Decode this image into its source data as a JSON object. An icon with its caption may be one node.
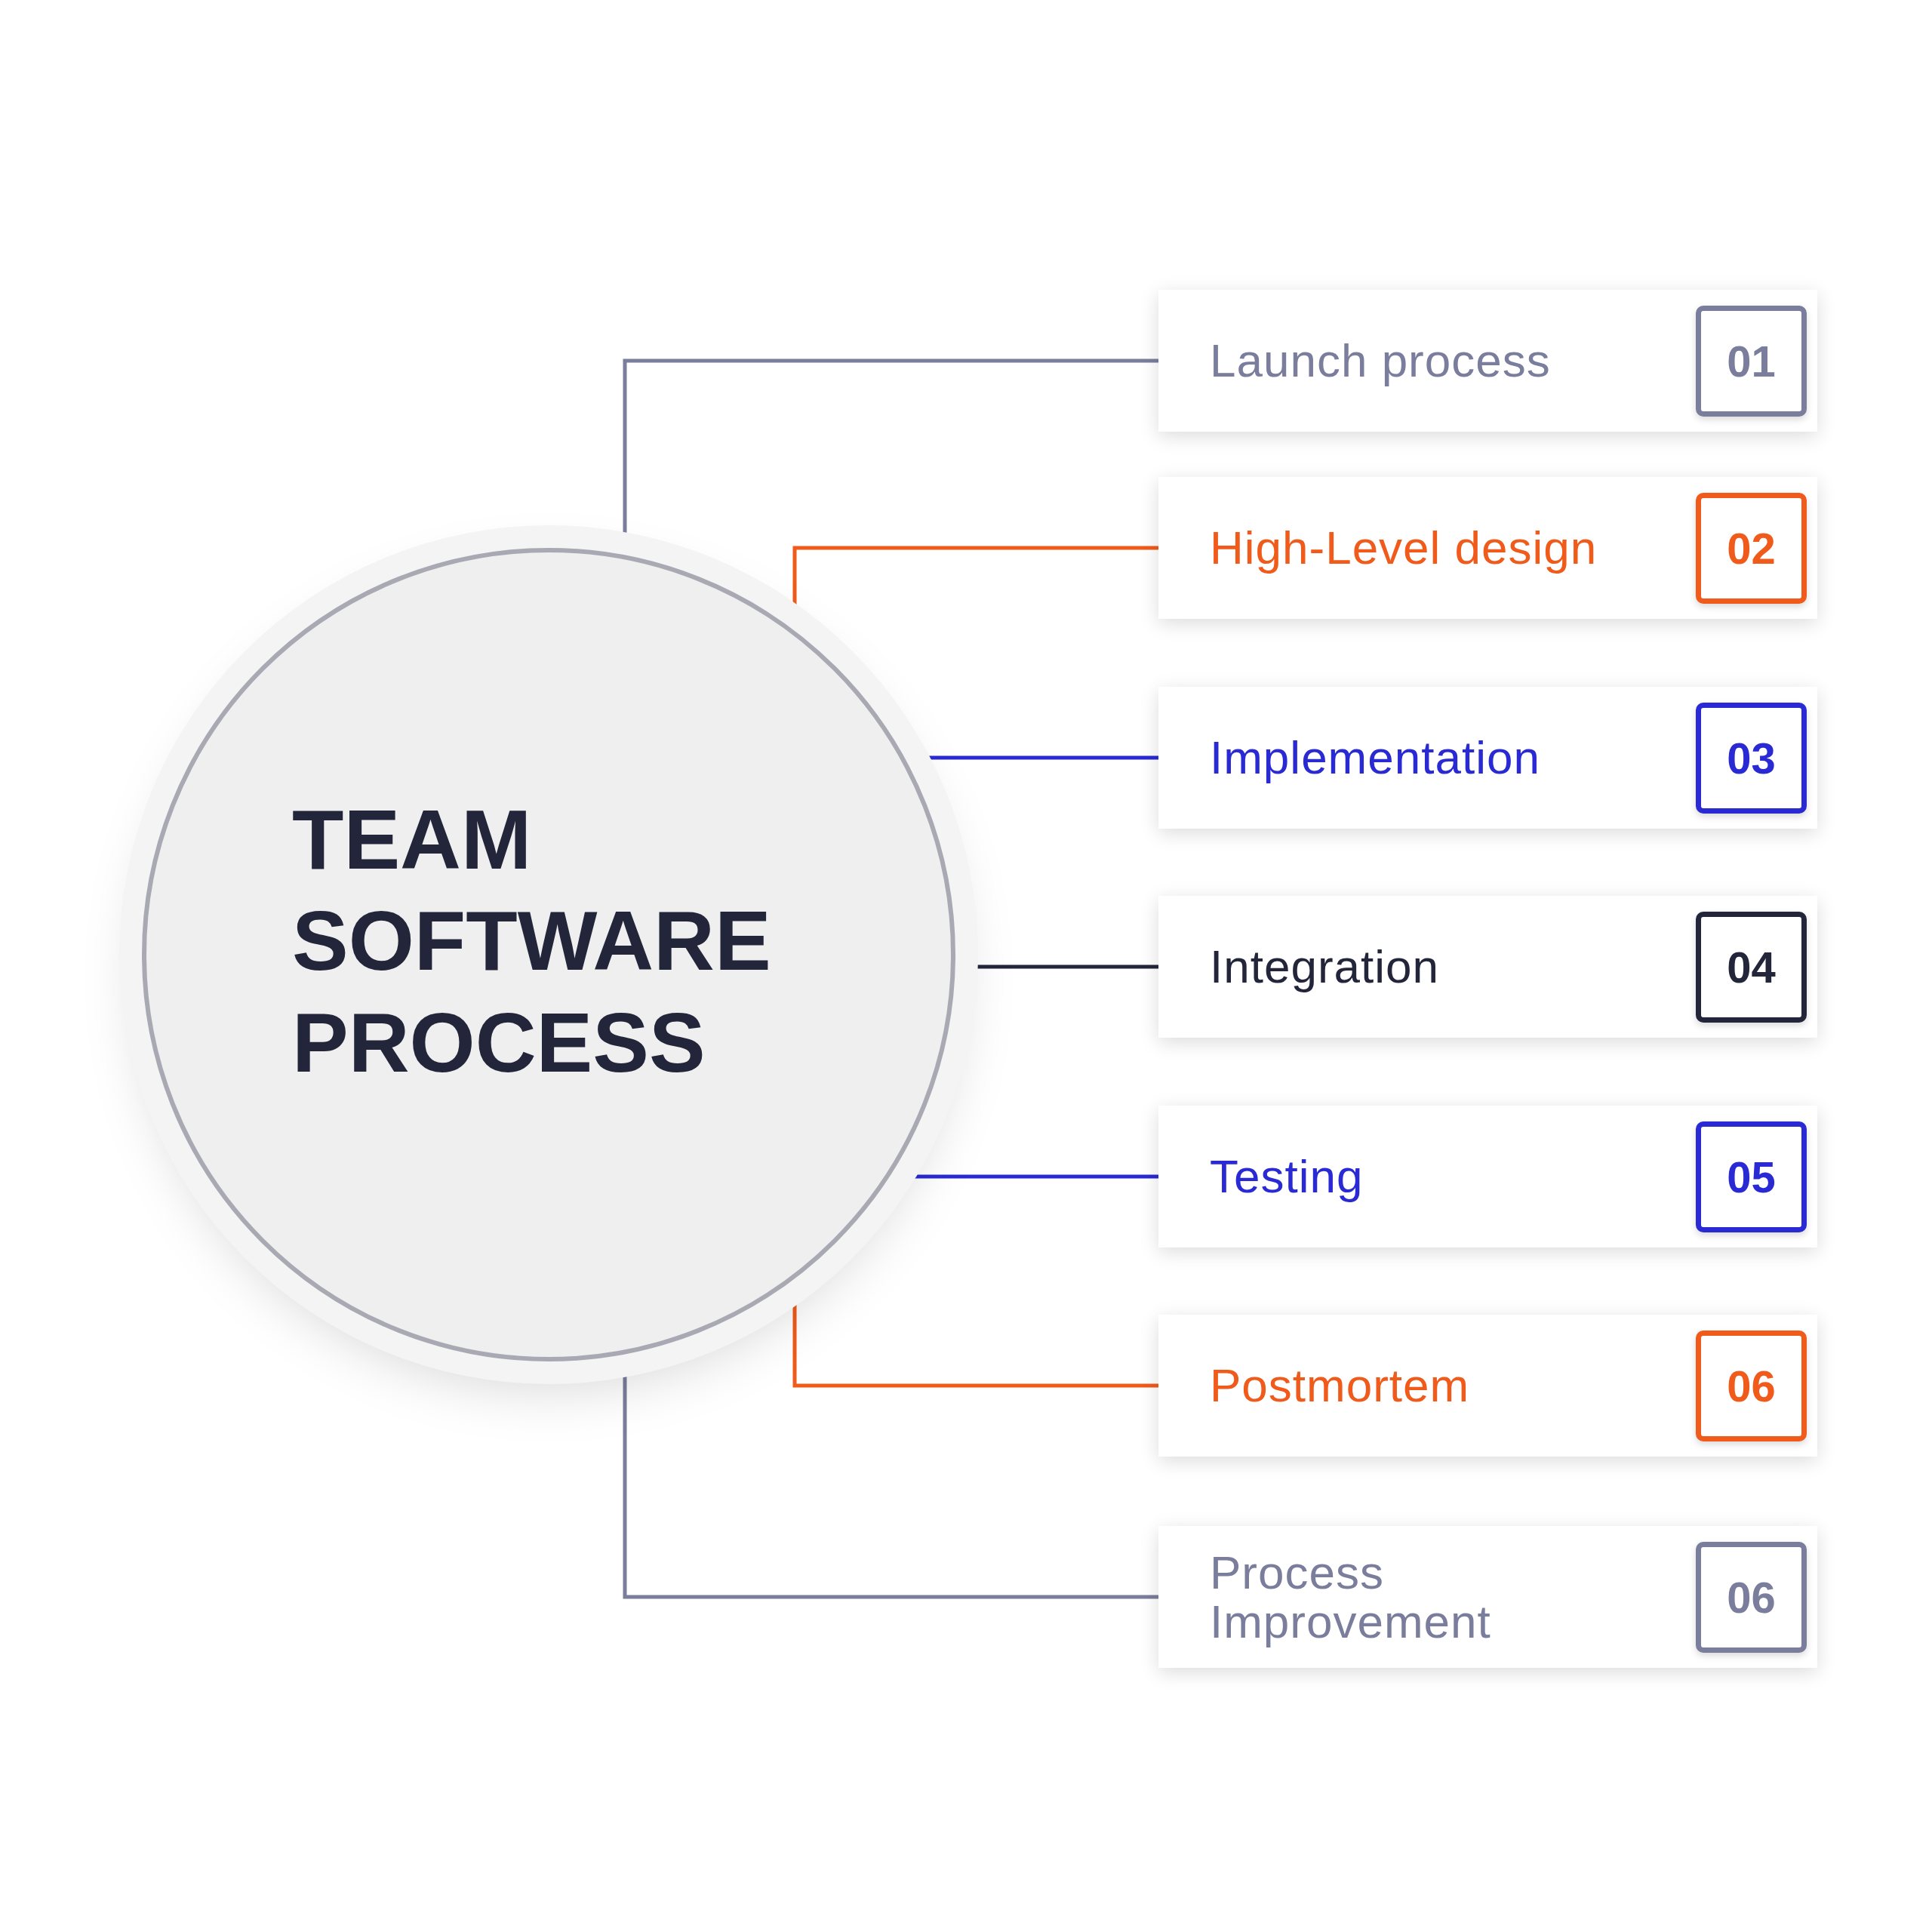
{
  "diagram": {
    "nodes": [
      {
        "text": [
          "TEAM SOFTWARE PROCESS"
        ]
      },
      {
        "text": [
          "Launch process"
        ]
      },
      {
        "text": [
          "01"
        ],
        "in": 1
      },
      {
        "text": [
          "High-Level design"
        ]
      },
      {
        "text": [
          "02"
        ],
        "in": 3
      },
      {
        "text": [
          "Implementation"
        ]
      },
      {
        "text": [
          "03"
        ],
        "in": 5
      },
      {
        "text": [
          "Integration"
        ]
      },
      {
        "text": [
          "04"
        ],
        "in": 7
      },
      {
        "text": [
          "Testing"
        ]
      },
      {
        "text": [
          "05"
        ],
        "in": 9
      },
      {
        "text": [
          "Postmortem"
        ]
      },
      {
        "text": [
          "06"
        ],
        "in": 11
      },
      {
        "text": [
          "Process Improvement"
        ]
      },
      {
        "text": [
          "06"
        ],
        "in": 13
      }
    ],
    "edges": [
      {
        "from": 0,
        "to": 1,
        "arrow": "none",
        "color": "#7a7e9c"
      },
      {
        "from": 0,
        "to": 3,
        "arrow": "none",
        "color": "#f05a1a"
      },
      {
        "from": 0,
        "to": 5,
        "arrow": "none",
        "color": "#2a2ad4"
      },
      {
        "from": 0,
        "to": 7,
        "arrow": "none",
        "color": "#23263a"
      },
      {
        "from": 0,
        "to": 9,
        "arrow": "none",
        "color": "#2a2ad4"
      },
      {
        "from": 0,
        "to": 11,
        "arrow": "none",
        "color": "#f05a1a"
      },
      {
        "from": 0,
        "to": 13,
        "arrow": "none",
        "color": "#7a7e9c"
      }
    ]
  }
}
